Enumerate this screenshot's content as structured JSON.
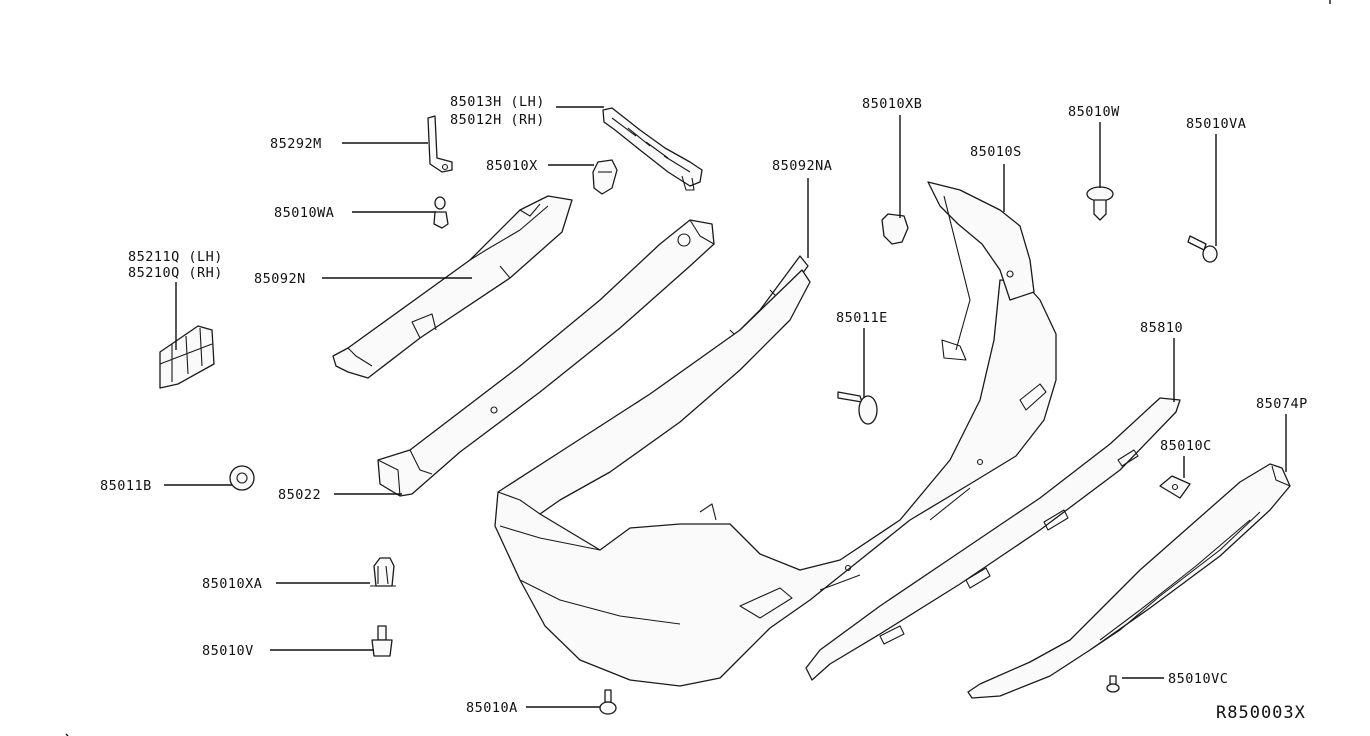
{
  "diagram": {
    "labels": {
      "p85013H": "85013H (LH)",
      "p85012H": "85012H (RH)",
      "p85292M": "85292M",
      "p85010X": "85010X",
      "p85010WA": "85010WA",
      "p85211Q": "85211Q (LH)",
      "p85210Q": "85210Q (RH)",
      "p85092N": "85092N",
      "p85092NA": "85092NA",
      "p85010XB": "85010XB",
      "p85010S": "85010S",
      "p85010W": "85010W",
      "p85010VA": "85010VA",
      "p85011E": "85011E",
      "p85810": "85810",
      "p85074P": "85074P",
      "p85010C": "85010C",
      "p85011B": "85011B",
      "p85022": "85022",
      "p85010XA": "85010XA",
      "p85010V": "85010V",
      "p85010A": "85010A",
      "p85010VC": "85010VC"
    },
    "reference_code": "R850003X"
  }
}
